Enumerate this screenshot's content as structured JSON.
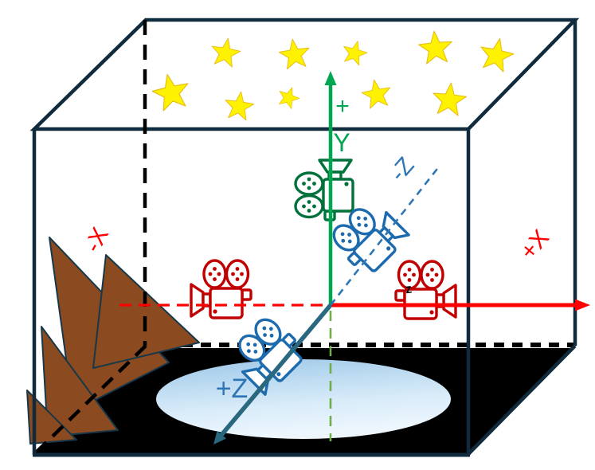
{
  "labels": {
    "y_plus": "+",
    "y_axis": "Y",
    "neg_z": "-Z",
    "pos_z": "+Z",
    "neg_x": "-X",
    "pos_x": "+X",
    "camera_z_mark": "z"
  },
  "colors": {
    "box_line": "#0F2B3D",
    "hidden_edge": "#000000",
    "floor": "#000000",
    "x_axis": "#FF0000",
    "y_axis": "#00A651",
    "y_axis_dashed": "#6FAE4B",
    "z_axis_solid": "#2A6880",
    "z_axis_dashed": "#2E75B6",
    "camera_red": "#C00000",
    "camera_green": "#00713B",
    "camera_blue": "#1D6BAE",
    "star": "#FFF200",
    "mountain": "#8B4A1F",
    "pond_dark": "#9CC7E8",
    "pond_mid": "#D9ECF9",
    "pond_light": "#EDF6FD",
    "z_mark_color": "#000000"
  },
  "scene": {
    "star_count": 10,
    "camera_count": 5,
    "cameras": [
      "camera-up-positive-y",
      "camera-negative-z",
      "camera-negative-x",
      "camera-positive-x",
      "camera-positive-z"
    ]
  }
}
